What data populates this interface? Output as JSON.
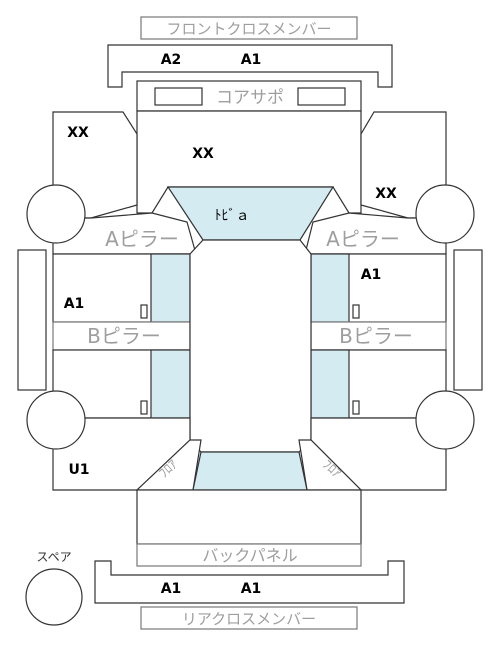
{
  "labels": {
    "front_cross_member": "フロントクロスメンバー",
    "core_support": "コアサポ",
    "a_pillar": "Aピラー",
    "b_pillar": "Bピラー",
    "back_panel": "バックパネル",
    "rear_cross_member": "リアクロスメンバー",
    "spare": "スペア",
    "roof": "ﾄﾋﾞａ",
    "floor": "ﾌﾛｱ"
  },
  "grades": {
    "front_cross_left": "A2",
    "front_cross_right": "A1",
    "front_left_panel": "XX",
    "hood": "XX",
    "front_right_panel": "XX",
    "right_front_door": "A1",
    "left_front_door": "A1",
    "rear_left_quarter": "U1",
    "rear_cross_left": "A1",
    "rear_cross_right": "A1"
  },
  "colors": {
    "glass": "#d4ebf2",
    "outline": "#333333",
    "label_gray": "#9e9e9e"
  }
}
